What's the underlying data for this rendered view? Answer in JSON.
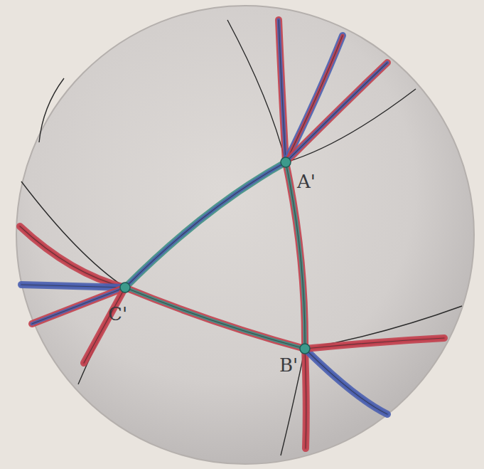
{
  "diagram": {
    "labels": [
      "A'",
      "C'",
      "B'"
    ]
  }
}
